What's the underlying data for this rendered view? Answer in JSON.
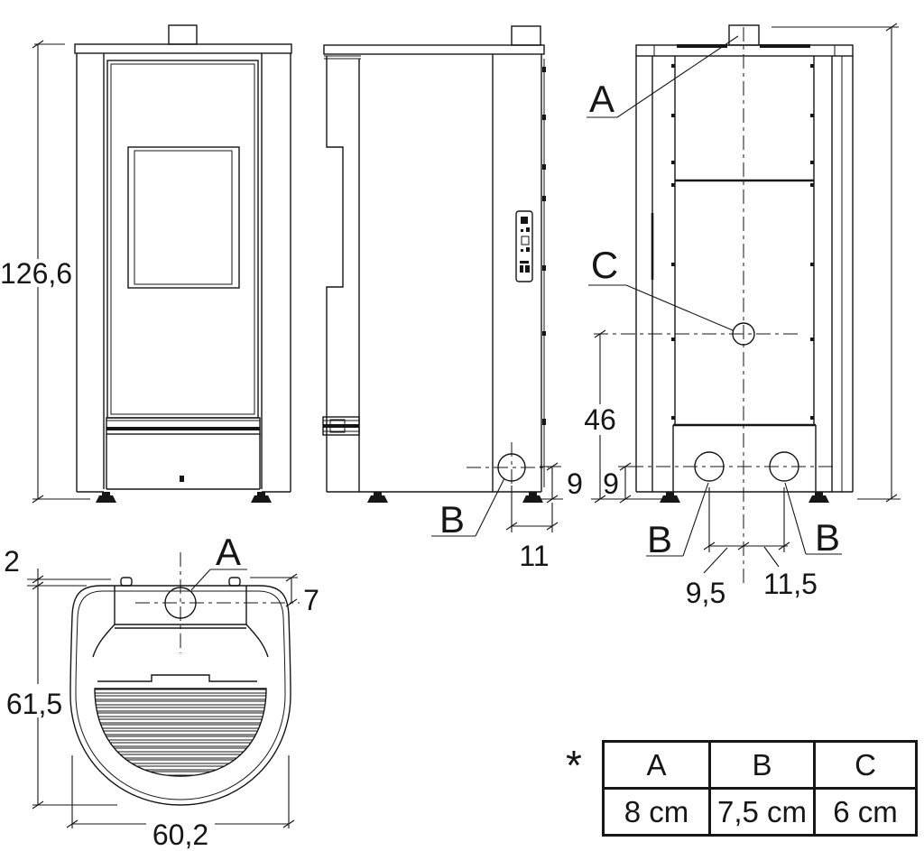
{
  "colors": {
    "line": "#161616",
    "background": "#ffffff"
  },
  "dims": {
    "front_height": "126,6",
    "side_socket_height": "9",
    "side_socket_offset": "11",
    "rear_c_height": "46",
    "rear_socket_height": "9",
    "rear_offset_left": "9,5",
    "rear_offset_right": "11,5",
    "top_rim": "2",
    "top_plate_depth": "7",
    "top_depth": "61,5",
    "top_width": "60,2"
  },
  "callouts": {
    "side_b": "B",
    "rear_a": "A",
    "rear_c": "C",
    "rear_b_left": "B",
    "rear_b_right": "B",
    "top_a": "A",
    "footnote_marker": "*"
  },
  "table": {
    "columns": [
      "A",
      "B",
      "C"
    ],
    "values": [
      "8 cm",
      "7,5 cm",
      "6 cm"
    ]
  }
}
